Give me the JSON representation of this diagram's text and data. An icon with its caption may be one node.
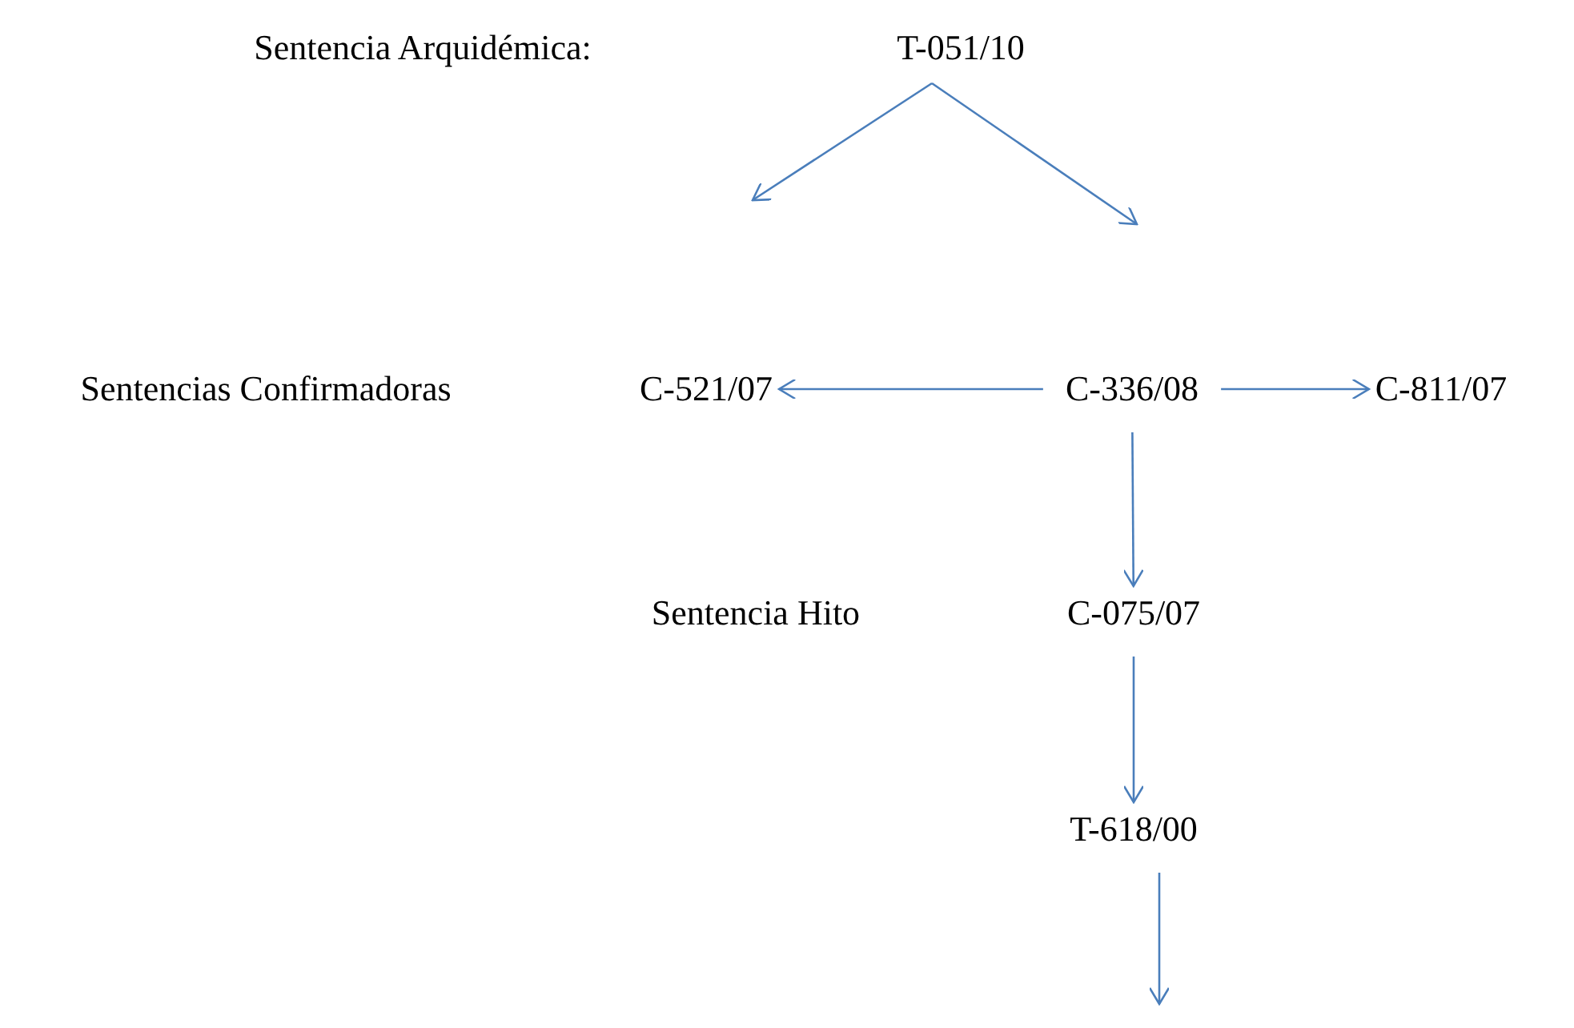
{
  "diagram": {
    "nodes": [
      {
        "text": [
          "T-051/10"
        ]
      },
      {
        "text": [
          "C-521/07"
        ]
      },
      {
        "text": [
          "C-336/08"
        ]
      },
      {
        "text": [
          "C-811/07"
        ]
      },
      {
        "text": [
          "C-075/07"
        ]
      },
      {
        "text": [
          "T-618/00"
        ]
      }
    ],
    "edges": [
      {
        "from": 0,
        "to": null,
        "arrow": "to"
      },
      {
        "from": 0,
        "to": null,
        "arrow": "to"
      },
      {
        "from": 2,
        "to": 1,
        "arrow": "to"
      },
      {
        "from": 2,
        "to": 3,
        "arrow": "to"
      },
      {
        "from": 2,
        "to": 4,
        "arrow": "to"
      },
      {
        "from": 4,
        "to": 5,
        "arrow": "to"
      },
      {
        "from": 5,
        "to": null,
        "arrow": "to"
      }
    ],
    "labels": [
      "Sentencia Arquidémica:",
      "Sentencias Confirmadoras",
      "Sentencia Hito"
    ]
  }
}
